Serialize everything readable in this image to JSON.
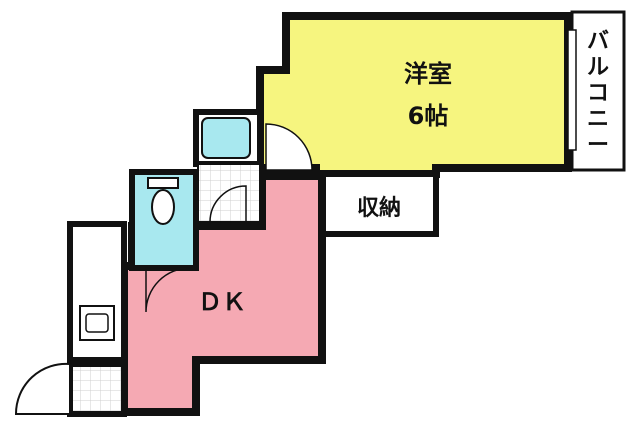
{
  "rooms": {
    "western": {
      "label_line1": "洋室",
      "label_line2": "6帖",
      "color": "#f6f57f"
    },
    "storage": {
      "label": "収納"
    },
    "dk": {
      "label": "ＤＫ",
      "color": "#f5a9b3"
    },
    "balcony": {
      "label": "バルコニー",
      "chars": [
        "バ",
        "ル",
        "コ",
        "ニ",
        "ー"
      ]
    },
    "bath": {
      "color": "#a8e8ef"
    },
    "toilet": {
      "color": "#a8e8ef"
    }
  },
  "colors": {
    "wall": "#111111",
    "tile": "#cccccc"
  }
}
